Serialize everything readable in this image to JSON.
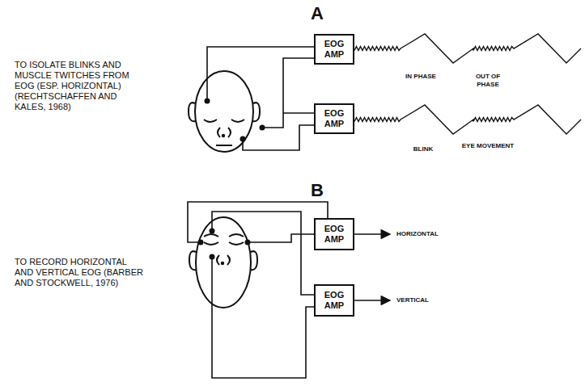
{
  "diagram": {
    "nodes": [
      {
        "text": [
          "EOG AMP"
        ]
      },
      {
        "text": [
          "EOG AMP"
        ]
      },
      {
        "text": [
          "EOG AMP"
        ]
      },
      {
        "text": [
          "EOG AMP"
        ]
      }
    ],
    "labels": [
      "A",
      "TO ISOLATE BLINKS AND MUSCLE TWITCHES FROM EOG (ESP. HORIZONTAL) (RECHTSCHAFFEN AND KALES, 1968)",
      "IN PHASE",
      "OUT OF PHASE",
      "BLINK",
      "EYE MOVEMENT",
      "B",
      "TO RECORD HORIZONTAL AND VERTICAL EOG (BARBER AND STOCKWELL, 1976)",
      "HORIZONTAL",
      "VERTICAL"
    ]
  }
}
